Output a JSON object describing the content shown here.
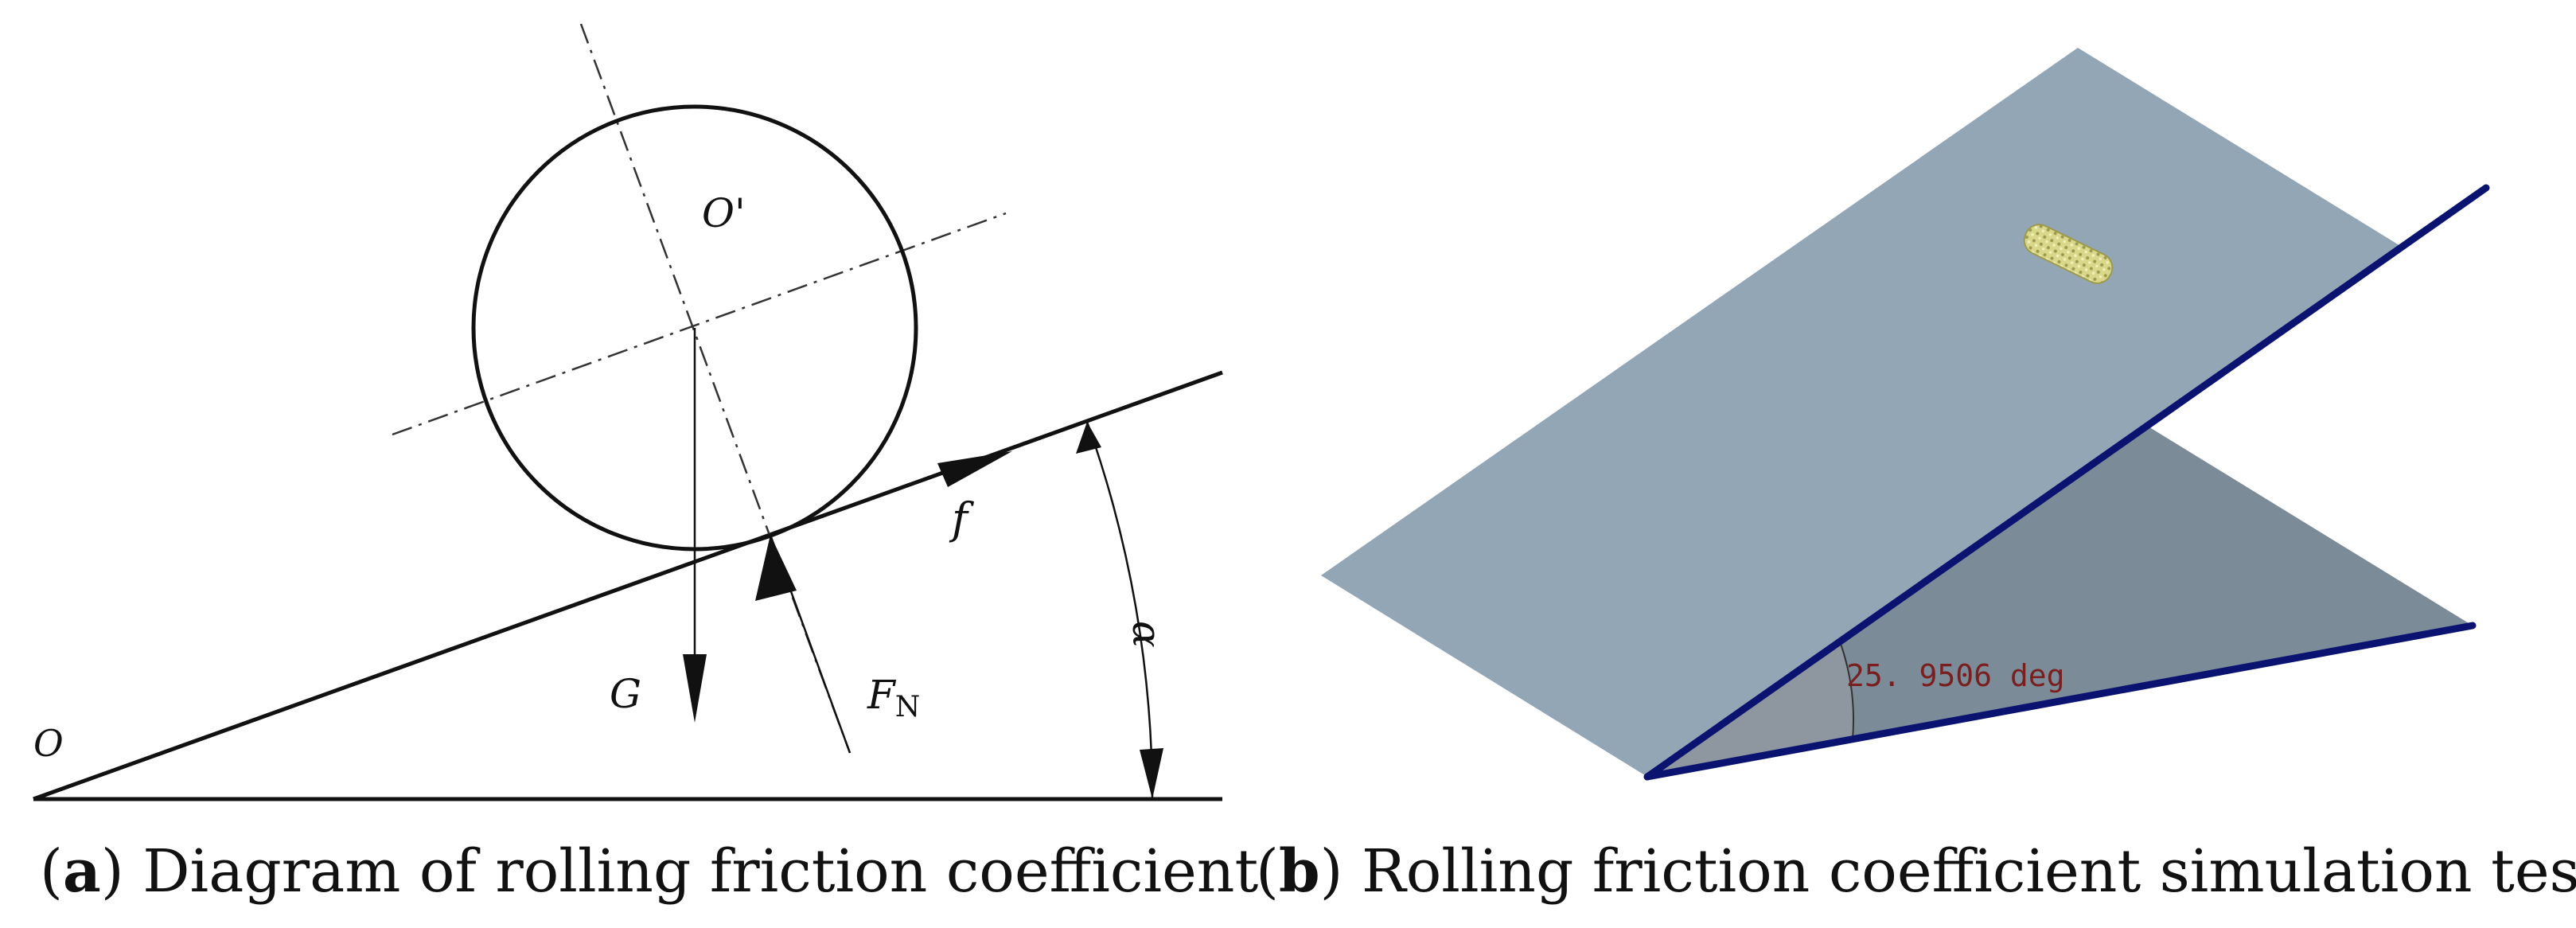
{
  "panel_a": {
    "labels": {
      "origin": "O",
      "center": "O'",
      "gravity": "G",
      "normal_force_main": "F",
      "normal_force_sub": "N",
      "friction": "f",
      "angle": "α"
    },
    "caption": {
      "open": "(",
      "letter": "a",
      "close": ")",
      "text": " Diagram of rolling friction coefficient"
    }
  },
  "panel_b": {
    "angle_label": "25. 9506 deg",
    "colors": {
      "top_plane": "#93a6b6",
      "lower_plane": "#7c8b98",
      "edge": "#0a1470",
      "particle": "#d8d68a",
      "angle_sector": "#8f979f",
      "angle_text": "#7a1f1f"
    },
    "caption": {
      "open": "(",
      "letter": "b",
      "close": ")",
      "text": " Rolling friction coefficient simulation test"
    }
  }
}
